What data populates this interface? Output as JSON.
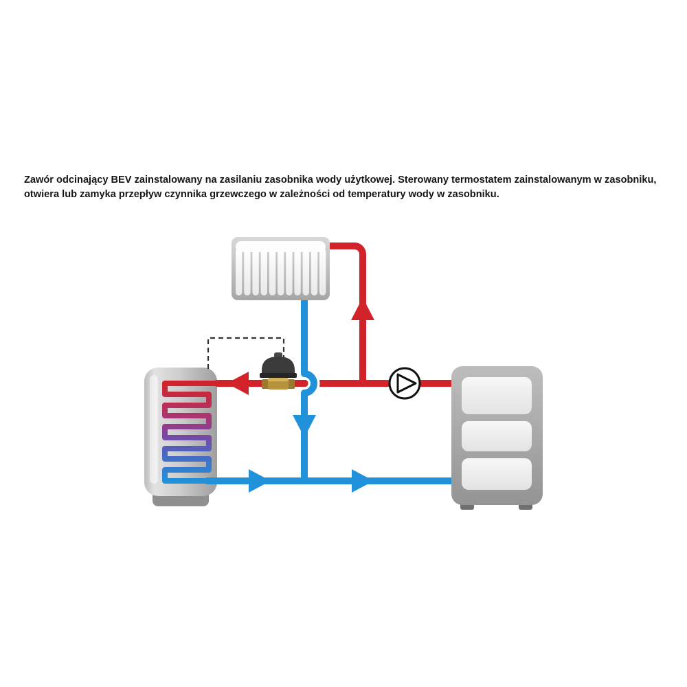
{
  "caption": {
    "text": "Zawór odcinający BEV zainstalowany na zasilaniu zasobnika wody użytkowej. Sterowany termostatem zainstalowanym w zasobniku, otwiera lub zamyka przepływ czynnika grzewczego w zależności od temperatury wody w zasobniku."
  },
  "diagram": {
    "kind": "hydronic-heating-schematic",
    "colors": {
      "supply_red": "#d2232a",
      "return_blue": "#2191d9",
      "dashed_control": "#333333",
      "brass_valve": "#b8933d"
    },
    "components": [
      {
        "name": "radiator-icon"
      },
      {
        "name": "dhw-tank-with-coil-icon"
      },
      {
        "name": "boiler-icon"
      },
      {
        "name": "circulation-pump-icon"
      },
      {
        "name": "bev-shutoff-valve-with-actuator-icon"
      },
      {
        "name": "thermostat-control-dashed-line"
      }
    ],
    "flow_arrows": [
      {
        "name": "supply-into-tank",
        "direction": "left",
        "color": "supply_red"
      },
      {
        "name": "supply-to-radiator",
        "direction": "up",
        "color": "supply_red"
      },
      {
        "name": "radiator-return",
        "direction": "down",
        "color": "return_blue"
      },
      {
        "name": "return-to-boiler-1",
        "direction": "right",
        "color": "return_blue"
      },
      {
        "name": "return-to-boiler-2",
        "direction": "right",
        "color": "return_blue"
      }
    ]
  }
}
